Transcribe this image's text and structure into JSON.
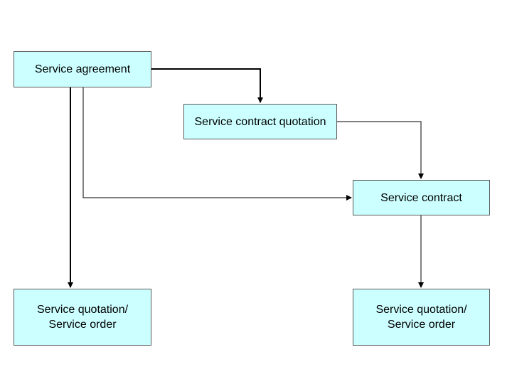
{
  "diagram": {
    "colors": {
      "node_fill": "#ccffff",
      "node_border": "#5a5a5a",
      "connector": "#000000",
      "background": "#ffffff"
    },
    "nodes": {
      "service_agreement": {
        "label": "Service agreement"
      },
      "service_contract_quotation": {
        "label": "Service contract quotation"
      },
      "service_contract": {
        "label": "Service contract"
      },
      "service_order_left": {
        "line1": "Service quotation/",
        "line2": "Service order"
      },
      "service_order_right": {
        "line1": "Service quotation/",
        "line2": "Service order"
      }
    },
    "edges": [
      {
        "from": "service_agreement",
        "to": "service_contract_quotation"
      },
      {
        "from": "service_contract_quotation",
        "to": "service_contract"
      },
      {
        "from": "service_agreement",
        "to": "service_contract"
      },
      {
        "from": "service_agreement",
        "to": "service_order_left"
      },
      {
        "from": "service_contract",
        "to": "service_order_right"
      }
    ]
  }
}
